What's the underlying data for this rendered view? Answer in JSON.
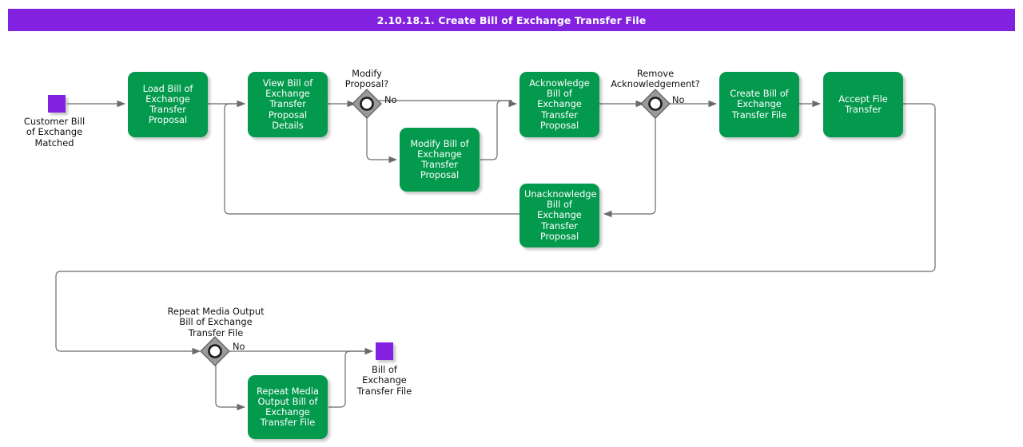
{
  "header": {
    "title": "2.10.18.1. Create Bill of Exchange Transfer File",
    "bar_color": "#8222e0",
    "text_color": "#ffffff"
  },
  "theme": {
    "task_fill": "#049a4e",
    "task_text": "#ffffff",
    "event_fill": "#8222e0",
    "gateway_fill": "#9a9a9a",
    "gateway_stroke": "#4a4a4a",
    "edge_stroke": "#6b6b6b",
    "label_text": "#111111",
    "background": "#ffffff"
  },
  "diagram": {
    "type": "flowchart",
    "nodes": [
      {
        "id": "start",
        "kind": "start-event",
        "label": "Customer Bill\nof Exchange\nMatched"
      },
      {
        "id": "load",
        "kind": "task",
        "label": "Load Bill of\nExchange\nTransfer\nProposal"
      },
      {
        "id": "view",
        "kind": "task",
        "label": "View Bill of\nExchange\nTransfer\nProposal Details"
      },
      {
        "id": "gw_modify",
        "kind": "gateway",
        "label": "Modify\nProposal?"
      },
      {
        "id": "modify",
        "kind": "task",
        "label": "Modify Bill of\nExchange\nTransfer\nProposal"
      },
      {
        "id": "acknowledge",
        "kind": "task",
        "label": "Acknowledge Bill\nof Exchange\nTransfer\nProposal"
      },
      {
        "id": "gw_remove",
        "kind": "gateway",
        "label": "Remove\nAcknowledgement?"
      },
      {
        "id": "unacknowledge",
        "kind": "task",
        "label": "Unacknowledge\nBill of Exchange\nTransfer\nProposal"
      },
      {
        "id": "create_file",
        "kind": "task",
        "label": "Create Bill of\nExchange\nTransfer File"
      },
      {
        "id": "accept",
        "kind": "task",
        "label": "Accept File\nTransfer"
      },
      {
        "id": "gw_repeat",
        "kind": "gateway",
        "label": "Repeat Media Output\nBill of Exchange\nTransfer File"
      },
      {
        "id": "repeat_media",
        "kind": "task",
        "label": "Repeat Media\nOutput Bill of\nExchange\nTransfer File"
      },
      {
        "id": "end",
        "kind": "end-event",
        "label": "Bill of\nExchange\nTransfer File"
      }
    ],
    "flow_labels": {
      "modify_no": "No",
      "remove_no": "No",
      "repeat_no": "No"
    }
  }
}
